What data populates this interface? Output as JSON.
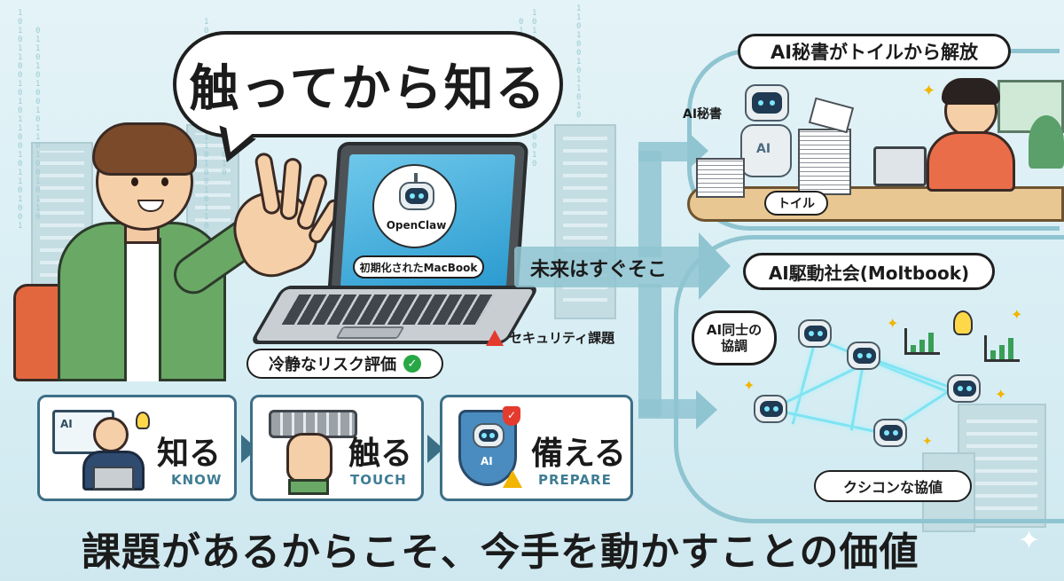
{
  "headline": "触ってから知る",
  "laptop": {
    "app_name": "OpenClaw",
    "caption": "初期化されたMacBook"
  },
  "labels": {
    "calm_risk": "冷静なリスク評価",
    "security_issue": "セキュリティ課題",
    "future": "未来はすぐそこ"
  },
  "panel_top": {
    "title": "AI秘書がトイルから解放",
    "secretary_label": "AI秘書",
    "toil_label": "トイル",
    "robot_badge": "AI"
  },
  "panel_bottom": {
    "title": "AI駆動社会(Moltbook)",
    "coop_label": "AI同士の協調",
    "bottom_label": "クシコンな協値"
  },
  "steps": [
    {
      "title": "知る",
      "sub": "KNOW",
      "icon_badge": "AI"
    },
    {
      "title": "触る",
      "sub": "TOUCH"
    },
    {
      "title": "備える",
      "sub": "PREPARE",
      "icon_badge": "AI"
    }
  ],
  "tagline": "課題があるからこそ、今手を動かすことの価値",
  "colors": {
    "accent": "#3b6f86",
    "flow": "#8fc4d1",
    "shirt": "#5f9e5a",
    "check": "#27a844",
    "warning": "#e33b2e"
  }
}
